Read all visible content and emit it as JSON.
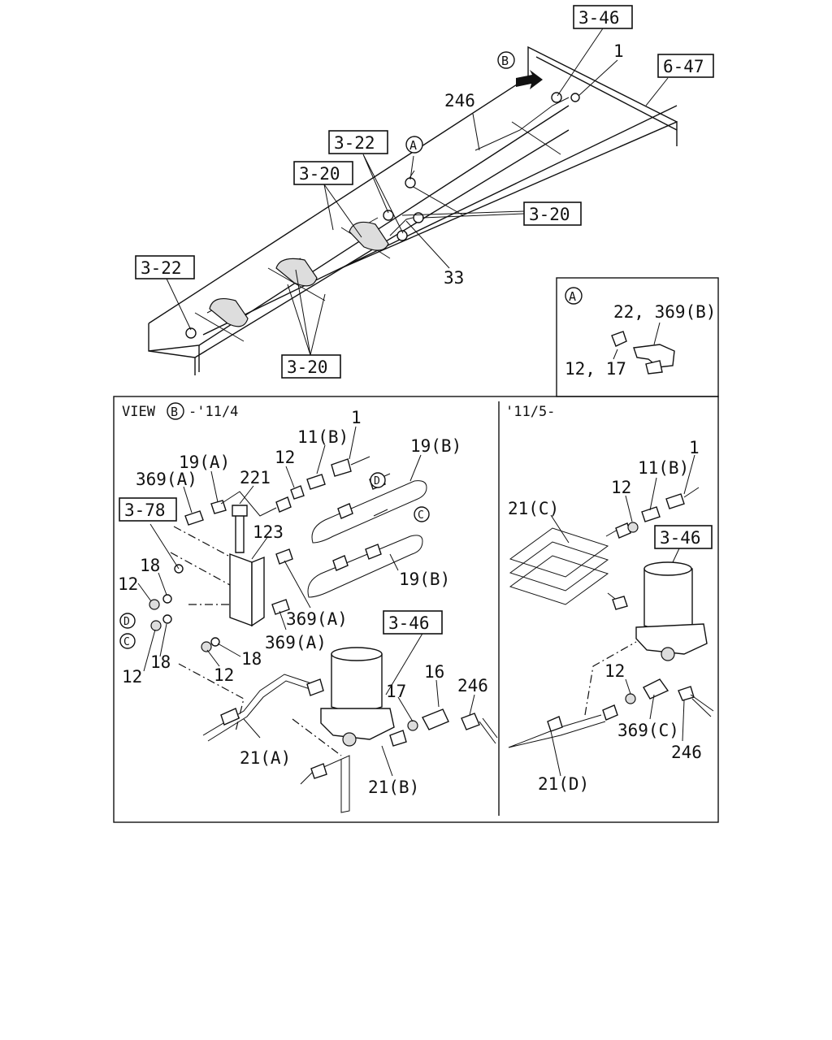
{
  "refs": {
    "r346_top": "3-46",
    "r647": "6-47",
    "r322_top": "3-22",
    "r320_left": "3-20",
    "r320_right": "3-20",
    "r322_left": "3-22",
    "r320_bottom": "3-20",
    "r378": "3-78",
    "r346_mid": "3-46",
    "r346_right": "3-46"
  },
  "callouts": {
    "B": "B",
    "A": "A",
    "A_detail": "A",
    "B_view": "B",
    "D": "D",
    "C": "C",
    "D2": "D",
    "C2": "C"
  },
  "frame_labels": {
    "p1": "1",
    "p246": "246",
    "p33": "33"
  },
  "detail_a": {
    "l1": "22, 369(B)",
    "l2": "12, 17"
  },
  "view_b": {
    "header_prefix": "VIEW",
    "header_suffix": "-'11/4",
    "l1": "1",
    "l11b": "11(B)",
    "l12": "12",
    "l19a": "19(A)",
    "l221": "221",
    "l369a_1": "369(A)",
    "l123": "123",
    "l19b_top": "19(B)",
    "l19b_mid": "19(B)",
    "l18_a": "18",
    "l12_a": "12",
    "l12_b": "12",
    "l18_b": "18",
    "l369a_2": "369(A)",
    "l369a_3": "369(A)",
    "l12_c": "12",
    "l18_c": "18",
    "l16": "16",
    "l17": "17",
    "l246": "246",
    "l21a": "21(A)",
    "l21b": "21(B)"
  },
  "panel_new": {
    "header": "'11/5-",
    "l1": "1",
    "l11b": "11(B)",
    "l12": "12",
    "l21c": "21(C)",
    "l12_b": "12",
    "l369c": "369(C)",
    "l246": "246",
    "l21d": "21(D)"
  }
}
